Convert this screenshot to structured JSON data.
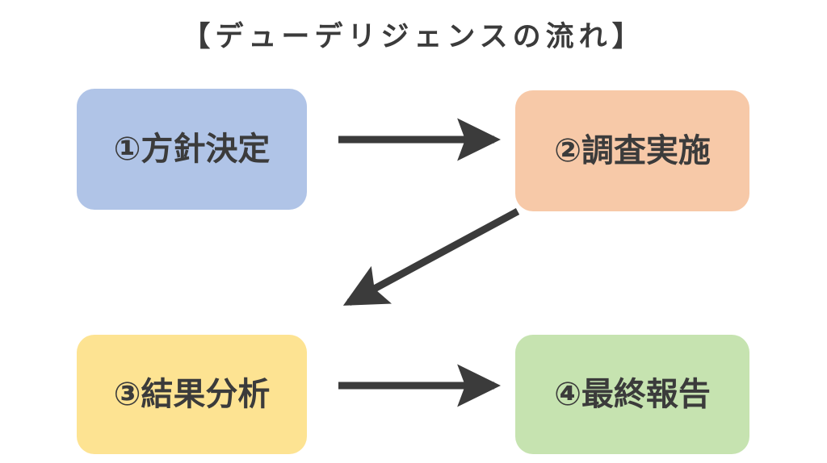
{
  "diagram": {
    "title": "【デューデリジェンスの流れ】",
    "background_color": "#ffffff",
    "text_color": "#3b3b3b",
    "arrow_color": "#3b3b3b",
    "nodes": [
      {
        "id": 1,
        "label": "①方針決定",
        "color": "#b0c4e7"
      },
      {
        "id": 2,
        "label": "②調査実施",
        "color": "#f7c9a8"
      },
      {
        "id": 3,
        "label": "③結果分析",
        "color": "#fde392"
      },
      {
        "id": 4,
        "label": "④最終報告",
        "color": "#c6e3b0"
      }
    ],
    "arrows": [
      {
        "id": "arrow-1-to-2",
        "from": 1,
        "to": 2,
        "direction": "right"
      },
      {
        "id": "arrow-2-to-3",
        "from": 2,
        "to": 3,
        "direction": "down-left"
      },
      {
        "id": "arrow-3-to-4",
        "from": 3,
        "to": 4,
        "direction": "right"
      }
    ]
  }
}
